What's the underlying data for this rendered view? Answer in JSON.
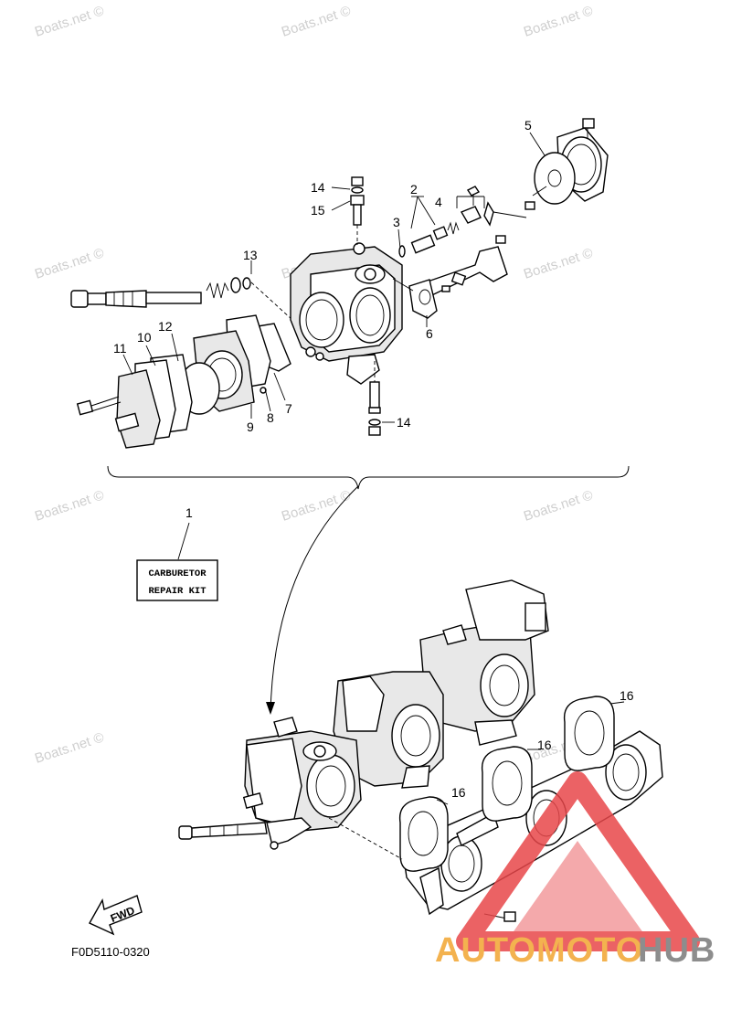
{
  "watermark": "Boats.net ©",
  "callouts": {
    "c1": "1",
    "c2": "2",
    "c3": "3",
    "c4": "4",
    "c5": "5",
    "c6": "6",
    "c7": "7",
    "c8": "8",
    "c9": "9",
    "c10": "10",
    "c11": "11",
    "c12": "12",
    "c13": "13",
    "c14a": "14",
    "c14b": "14",
    "c15": "15",
    "c16a": "16",
    "c16b": "16",
    "c16c": "16"
  },
  "repair_kit": {
    "line1": "CARBURETOR",
    "line2": "REPAIR KIT"
  },
  "fwd_label": "FWD",
  "diagram_code": "F0D5110-0320",
  "logo": {
    "part1": "AUTOMOTO",
    "part2": "HUB",
    "color1": "#f2a531",
    "color2": "#7a7a7a",
    "triangle": "#e8474a"
  }
}
